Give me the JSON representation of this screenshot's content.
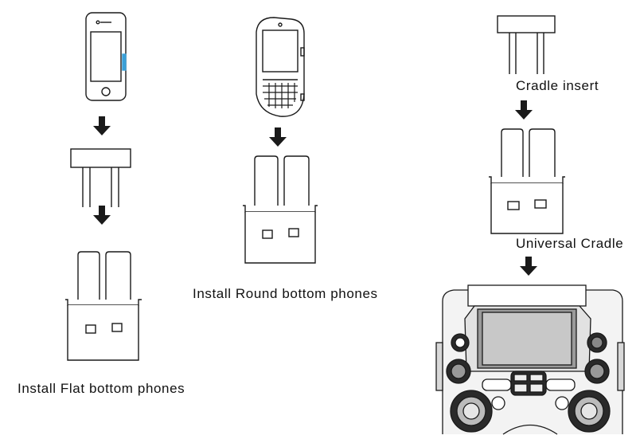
{
  "labels": {
    "flat": "Install Flat bottom phones",
    "round": "Install Round bottom phones",
    "insert": "Cradle insert",
    "cradle": "Universal Cradle"
  },
  "colors": {
    "line": "#1a1a1a",
    "arrow": "#1a1a1a",
    "accent": "#3aa0d8"
  }
}
